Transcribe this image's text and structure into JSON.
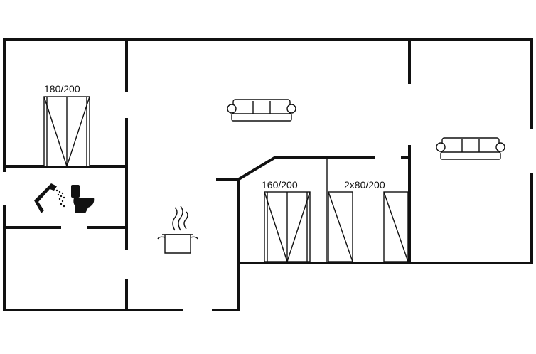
{
  "labels": {
    "bed_top_left": "180/200",
    "bed_middle": "160/200",
    "bed_right": "2x80/200"
  },
  "icons": [
    "sofa-icon",
    "shower-icon",
    "toilet-icon",
    "cooking-pot-icon",
    "single-bed-icon",
    "double-bed-icon"
  ],
  "colors": {
    "wall": "#111111",
    "background": "#ffffff"
  }
}
